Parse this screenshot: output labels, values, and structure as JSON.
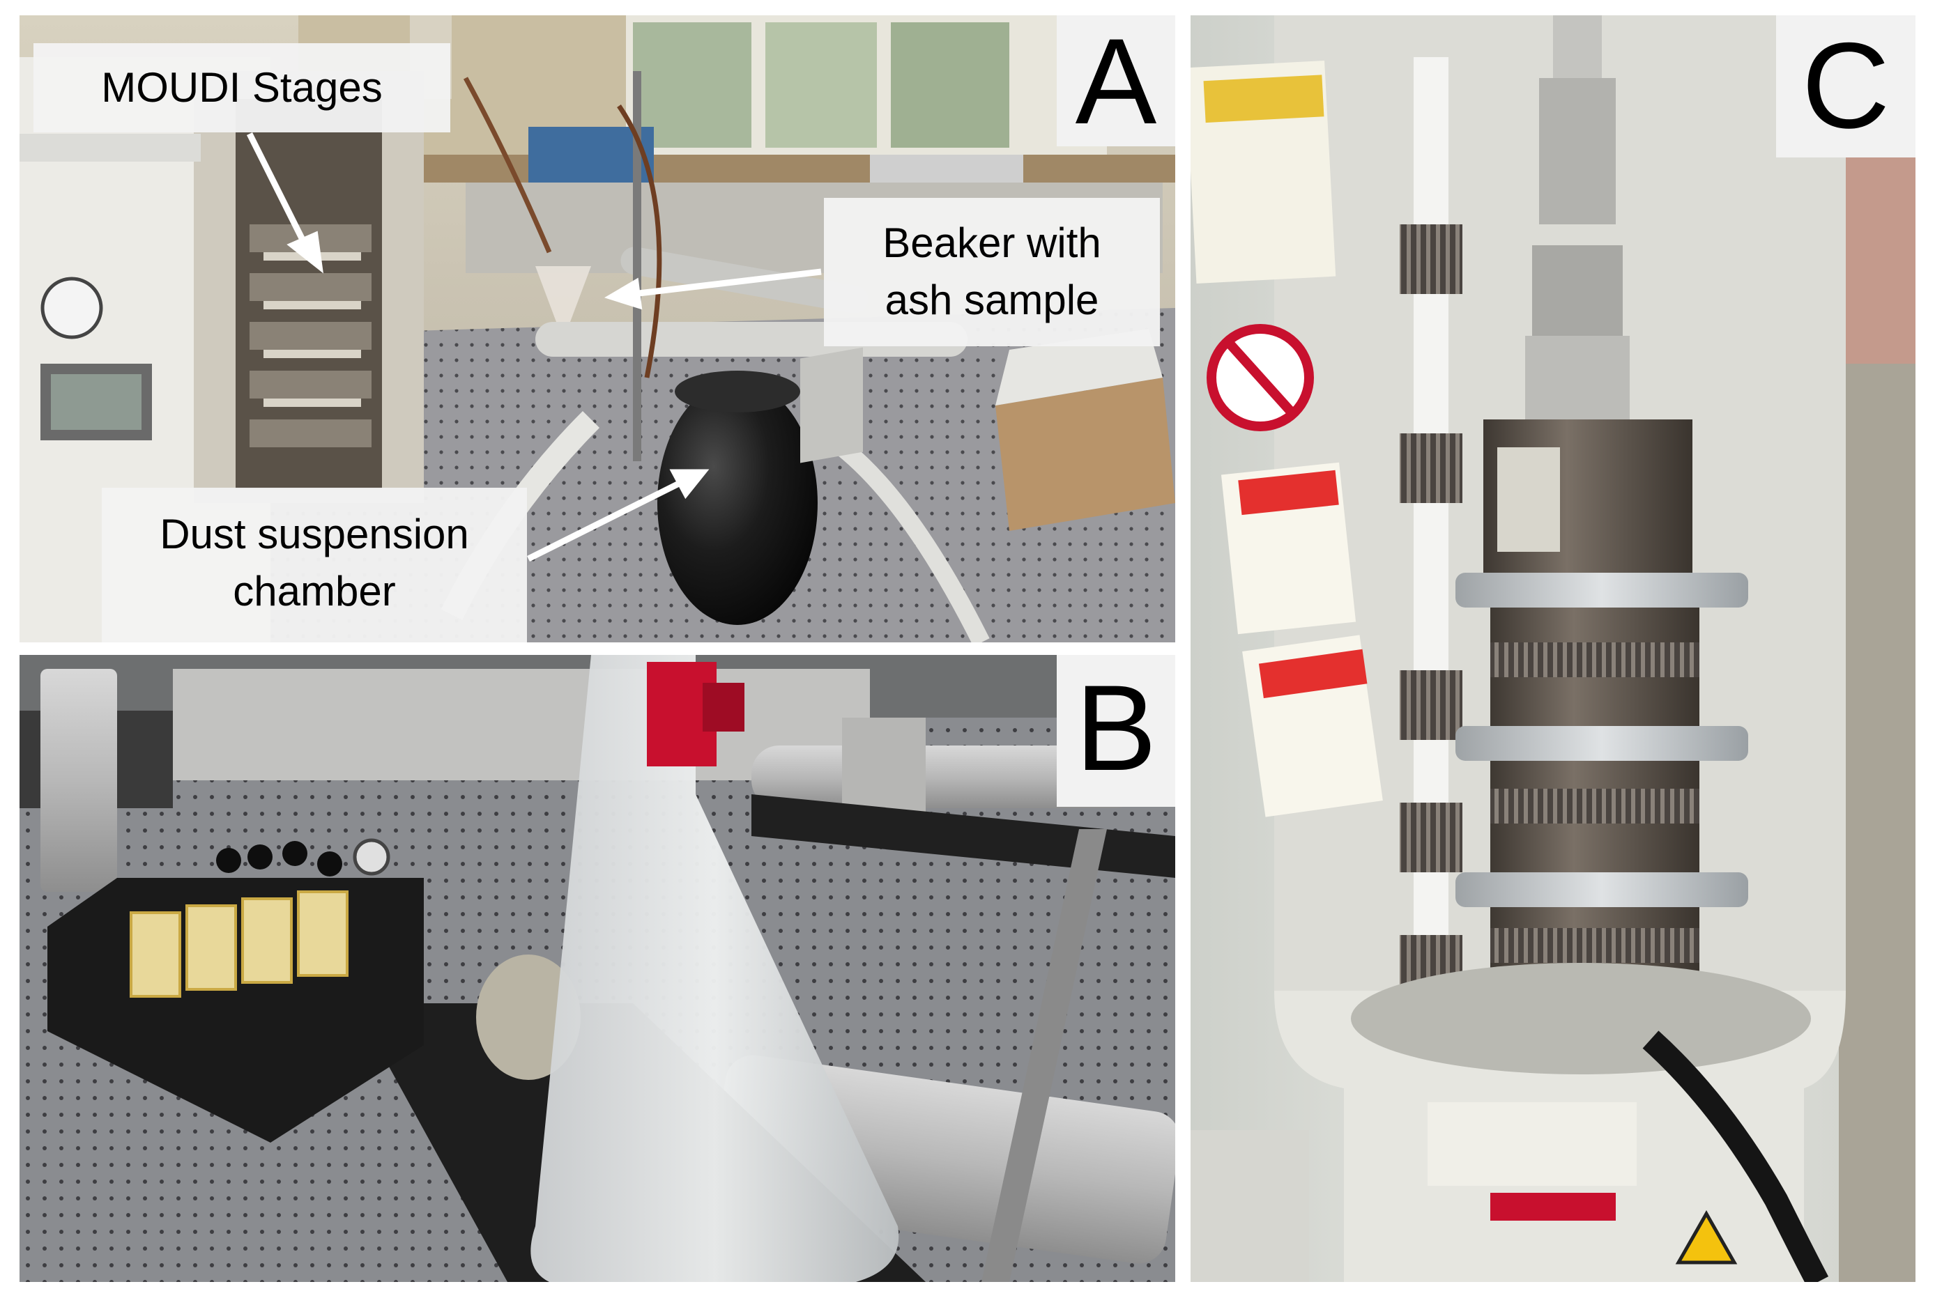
{
  "figure": {
    "panels": [
      {
        "letter": "A"
      },
      {
        "letter": "B"
      },
      {
        "letter": "C"
      }
    ],
    "callouts": {
      "moudi": "MOUDI Stages",
      "beaker_line1": "Beaker with",
      "beaker_line2": "ash sample",
      "dust_line1": "Dust suspension",
      "dust_line2": "chamber"
    }
  },
  "colors": {
    "label_background": "#f2f2f2",
    "arrow": "#ffffff",
    "lab_bench": "#8f8f93",
    "chamber_black": "#151515",
    "flask_stopper_red": "#c8102e",
    "impactor_metal": "#6b6258",
    "cabinet_panel": "#e2e2dc"
  }
}
